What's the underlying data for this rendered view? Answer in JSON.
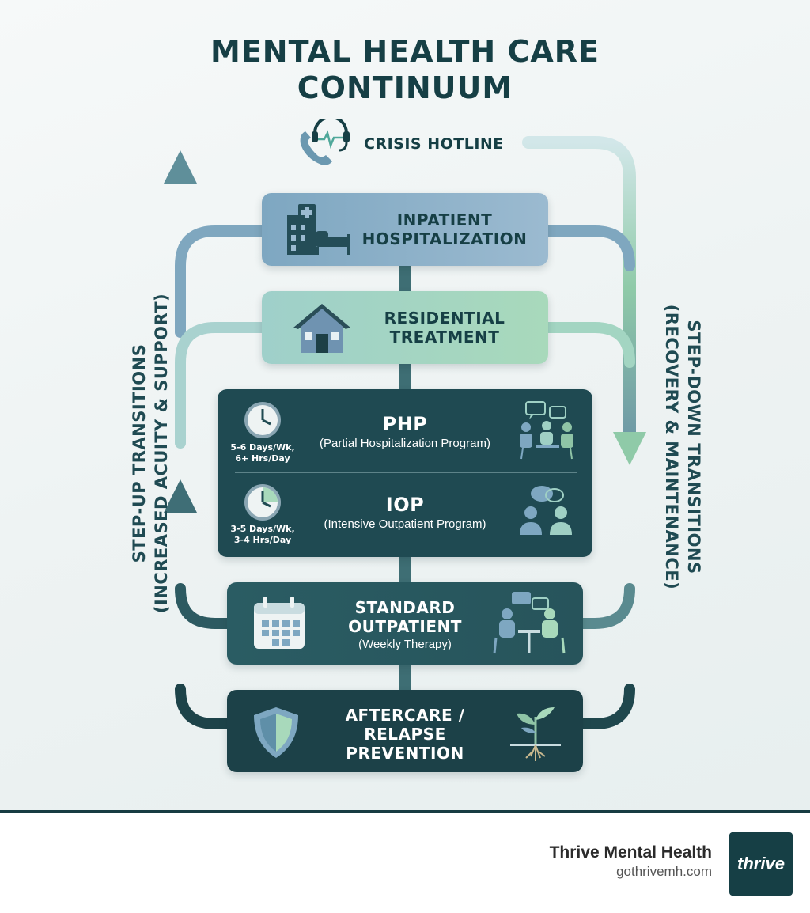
{
  "title": {
    "line1": "MENTAL HEALTH CARE",
    "line2": "CONTINUUM"
  },
  "crisis": {
    "label": "CRISIS HOTLINE",
    "icon": "phone-heartbeat-headset-icon"
  },
  "levels": {
    "inpatient": {
      "line1": "INPATIENT",
      "line2": "HOSPITALIZATION",
      "icon": "hospital-bed-icon"
    },
    "residential": {
      "line1": "RESIDENTIAL",
      "line2": "TREATMENT",
      "icon": "house-icon"
    },
    "php": {
      "title": "PHP",
      "subtitle": "(Partial Hospitalization Program)",
      "schedule_line1": "5-6 Days/Wk,",
      "schedule_line2": "6+ Hrs/Day",
      "icon": "group-therapy-icon"
    },
    "iop": {
      "title": "IOP",
      "subtitle": "(Intensive Outpatient Program)",
      "schedule_line1": "3-5 Days/Wk,",
      "schedule_line2": "3-4 Hrs/Day",
      "icon": "chat-people-icon"
    },
    "outpatient": {
      "line1": "STANDARD",
      "line2": "OUTPATIENT",
      "subtitle": "(Weekly Therapy)",
      "icon": "calendar-icon"
    },
    "aftercare": {
      "line1": "AFTERCARE /",
      "line2": "RELAPSE",
      "line3": "PREVENTION",
      "icon": "shield-icon"
    }
  },
  "sides": {
    "stepup": {
      "line1": "STEP-UP TRANSITIONS",
      "line2": "(INCREASED ACUITY & SUPPORT)"
    },
    "stepdown": {
      "line1": "STEP-DOWN TRANSITIONS",
      "line2": "(RECOVERY & MAINTENANCE)"
    }
  },
  "brand": {
    "name": "Thrive Mental Health",
    "url": "gothrivemh.com",
    "logo_text": "thrive"
  },
  "colors": {
    "dark_teal": "#1f4a52",
    "inpatient_blue": "#8db1c9",
    "residential_mint": "#a3d5c2",
    "arrow_light": "#a9d2cf",
    "arrow_dark": "#2e5a60"
  }
}
